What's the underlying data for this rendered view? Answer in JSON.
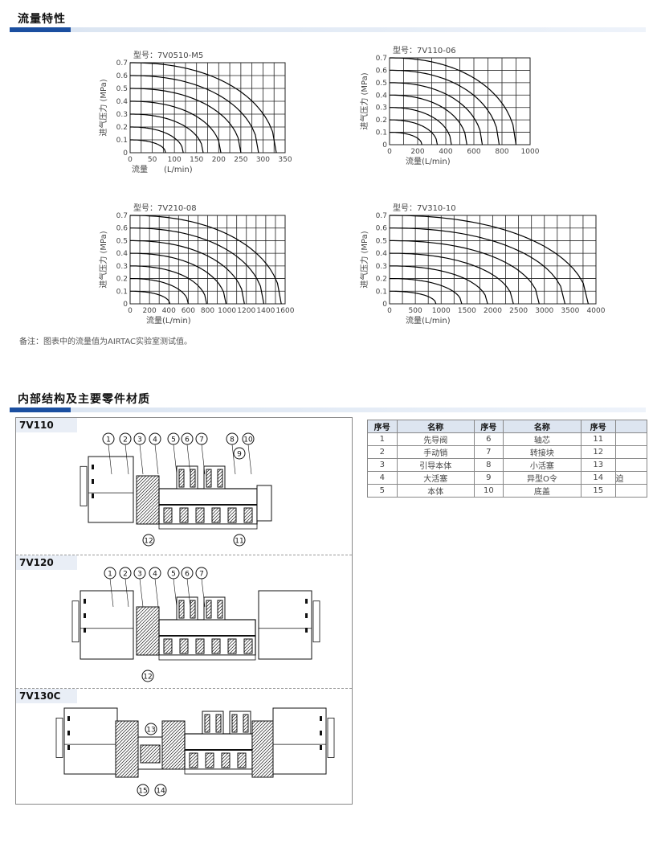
{
  "sections": {
    "flow": "流量特性",
    "structure": "内部结构及主要零件材质"
  },
  "note": "备注：图表中的流量值为AIRTAC实验室测试值。",
  "chart_data": [
    {
      "type": "line",
      "title": "型号：7V0510-M5",
      "xlabel_parts": [
        "流量",
        "(L/min)"
      ],
      "ylabel": "进气压力 (MPa)",
      "xticks": [
        0,
        50,
        100,
        150,
        200,
        250,
        300,
        350
      ],
      "yticks": [
        0,
        0.1,
        0.2,
        0.3,
        0.4,
        0.5,
        0.6,
        0.7
      ],
      "xlim": [
        0,
        350
      ],
      "ylim": [
        0,
        0.7
      ],
      "curves": [
        {
          "p": 0.1,
          "qmax": 80
        },
        {
          "p": 0.2,
          "qmax": 120
        },
        {
          "p": 0.3,
          "qmax": 165
        },
        {
          "p": 0.4,
          "qmax": 205
        },
        {
          "p": 0.5,
          "qmax": 250
        },
        {
          "p": 0.6,
          "qmax": 290
        },
        {
          "p": 0.7,
          "qmax": 330
        }
      ]
    },
    {
      "type": "line",
      "title": "型号：7V110-06",
      "xlabel_parts": [
        "流量(L/min)"
      ],
      "ylabel": "进气压力 (MPa)",
      "xticks": [
        0,
        200,
        400,
        600,
        800,
        1000
      ],
      "yticks": [
        0,
        0.1,
        0.2,
        0.3,
        0.4,
        0.5,
        0.6,
        0.7
      ],
      "xlim": [
        0,
        1000
      ],
      "ylim": [
        0,
        0.7
      ],
      "curves": [
        {
          "p": 0.1,
          "qmax": 230
        },
        {
          "p": 0.2,
          "qmax": 340
        },
        {
          "p": 0.3,
          "qmax": 440
        },
        {
          "p": 0.4,
          "qmax": 550
        },
        {
          "p": 0.5,
          "qmax": 660
        },
        {
          "p": 0.6,
          "qmax": 780
        },
        {
          "p": 0.7,
          "qmax": 900
        }
      ]
    },
    {
      "type": "line",
      "title": "型号：7V210-08",
      "xlabel_parts": [
        "流量(L/min)"
      ],
      "ylabel": "进气压力 (MPa)",
      "xticks": [
        0,
        200,
        400,
        600,
        800,
        1000,
        1200,
        1400,
        1600
      ],
      "yticks": [
        0,
        0.1,
        0.2,
        0.3,
        0.4,
        0.5,
        0.6,
        0.7
      ],
      "xlim": [
        0,
        1600
      ],
      "ylim": [
        0,
        0.7
      ],
      "curves": [
        {
          "p": 0.1,
          "qmax": 410
        },
        {
          "p": 0.2,
          "qmax": 600
        },
        {
          "p": 0.3,
          "qmax": 790
        },
        {
          "p": 0.4,
          "qmax": 990
        },
        {
          "p": 0.5,
          "qmax": 1180
        },
        {
          "p": 0.6,
          "qmax": 1380
        },
        {
          "p": 0.7,
          "qmax": 1560
        }
      ]
    },
    {
      "type": "line",
      "title": "型号：7V310-10",
      "xlabel_parts": [
        "流量(L/min)"
      ],
      "ylabel": "进气压力 (MPa)",
      "xticks": [
        0,
        500,
        1000,
        1500,
        2000,
        2500,
        3000,
        3500,
        4000
      ],
      "yticks": [
        0,
        0.1,
        0.2,
        0.3,
        0.4,
        0.5,
        0.6,
        0.7
      ],
      "xlim": [
        0,
        4000
      ],
      "ylim": [
        0,
        0.7
      ],
      "curves": [
        {
          "p": 0.1,
          "qmax": 900
        },
        {
          "p": 0.2,
          "qmax": 1400
        },
        {
          "p": 0.3,
          "qmax": 1900
        },
        {
          "p": 0.4,
          "qmax": 2400
        },
        {
          "p": 0.5,
          "qmax": 2900
        },
        {
          "p": 0.6,
          "qmax": 3400
        },
        {
          "p": 0.7,
          "qmax": 3850
        }
      ]
    }
  ],
  "diagrams": [
    {
      "label": "7V110",
      "callouts_top": [
        "1",
        "2",
        "3",
        "4",
        "5",
        "6",
        "7",
        "8",
        "10"
      ],
      "callouts_extra": [
        "9"
      ],
      "callouts_bottom": [
        "12",
        "11"
      ]
    },
    {
      "label": "7V120",
      "callouts_top": [
        "1",
        "2",
        "3",
        "4",
        "5",
        "6",
        "7"
      ],
      "callouts_extra": [],
      "callouts_bottom": [
        "12"
      ]
    },
    {
      "label": "7V130C",
      "callouts_top": [
        "13"
      ],
      "callouts_extra": [],
      "callouts_bottom": [
        "15",
        "14"
      ]
    }
  ],
  "parts_table": {
    "headers": [
      "序号",
      "名称",
      "序号",
      "名称",
      "序号",
      ""
    ],
    "rows": [
      [
        "1",
        "先导阀",
        "6",
        "轴芯",
        "11",
        ""
      ],
      [
        "2",
        "手动销",
        "7",
        "转接块",
        "12",
        ""
      ],
      [
        "3",
        "引导本体",
        "8",
        "小活塞",
        "13",
        ""
      ],
      [
        "4",
        "大活塞",
        "9",
        "异型O令",
        "14",
        "迫"
      ],
      [
        "5",
        "本体",
        "10",
        "底盖",
        "15",
        ""
      ]
    ]
  }
}
